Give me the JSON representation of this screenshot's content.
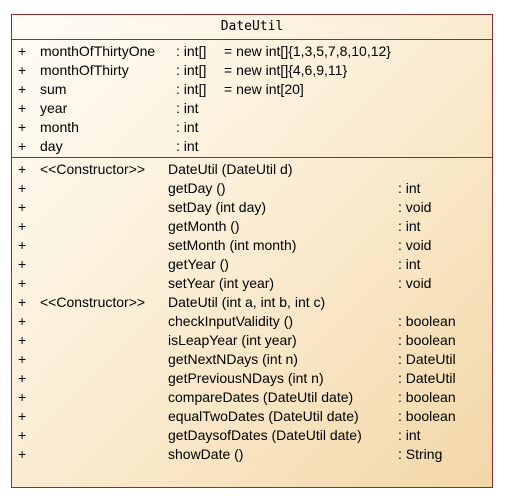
{
  "class_name": "DateUtil",
  "attributes": [
    {
      "visibility": "+",
      "name": "monthOfThirtyOne",
      "type": ": int[]",
      "init": "= new int[]{1,3,5,7,8,10,12}"
    },
    {
      "visibility": "+",
      "name": "monthOfThirty",
      "type": ": int[]",
      "init": "= new int[]{4,6,9,11}"
    },
    {
      "visibility": "+",
      "name": "sum",
      "type": ": int[]",
      "init": "= new int[20]"
    },
    {
      "visibility": "+",
      "name": "year",
      "type": ": int",
      "init": ""
    },
    {
      "visibility": "+",
      "name": "month",
      "type": ": int",
      "init": ""
    },
    {
      "visibility": "+",
      "name": "day",
      "type": ": int",
      "init": ""
    }
  ],
  "methods": [
    {
      "visibility": "+",
      "stereotype": "<<Constructor>>",
      "signature": "DateUtil (DateUtil d)",
      "return": ""
    },
    {
      "visibility": "+",
      "stereotype": "",
      "signature": "getDay ()",
      "return": ": int"
    },
    {
      "visibility": "+",
      "stereotype": "",
      "signature": "setDay (int day)",
      "return": ": void"
    },
    {
      "visibility": "+",
      "stereotype": "",
      "signature": "getMonth ()",
      "return": ": int"
    },
    {
      "visibility": "+",
      "stereotype": "",
      "signature": "setMonth (int month)",
      "return": ": void"
    },
    {
      "visibility": "+",
      "stereotype": "",
      "signature": "getYear ()",
      "return": ": int"
    },
    {
      "visibility": "+",
      "stereotype": "",
      "signature": "setYear (int year)",
      "return": ": void"
    },
    {
      "visibility": "+",
      "stereotype": "<<Constructor>>",
      "signature": "DateUtil (int a, int b, int c)",
      "return": ""
    },
    {
      "visibility": "+",
      "stereotype": "",
      "signature": "checkInputValidity ()",
      "return": ": boolean"
    },
    {
      "visibility": "+",
      "stereotype": "",
      "signature": "isLeapYear (int year)",
      "return": ": boolean"
    },
    {
      "visibility": "+",
      "stereotype": "",
      "signature": "getNextNDays (int n)",
      "return": ": DateUtil"
    },
    {
      "visibility": "+",
      "stereotype": "",
      "signature": "getPreviousNDays (int n)",
      "return": ": DateUtil"
    },
    {
      "visibility": "+",
      "stereotype": "",
      "signature": "compareDates (DateUtil date)",
      "return": ": boolean"
    },
    {
      "visibility": "+",
      "stereotype": "",
      "signature": "equalTwoDates (DateUtil date)",
      "return": ": boolean"
    },
    {
      "visibility": "+",
      "stereotype": "",
      "signature": "getDaysofDates (DateUtil date)",
      "return": ": int"
    },
    {
      "visibility": "+",
      "stereotype": "",
      "signature": "showDate ()",
      "return": ": String"
    }
  ],
  "colors": {
    "border": "#9a2a2a",
    "fill_light": "#fffdf6",
    "fill_dark": "#f3d7a6"
  }
}
